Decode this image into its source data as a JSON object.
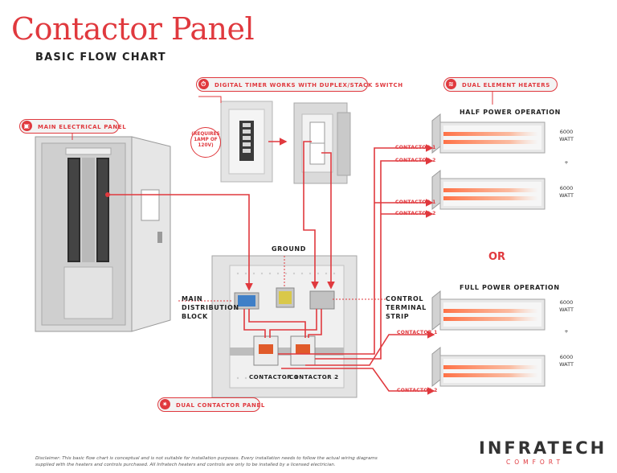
{
  "title": "Contactor Panel",
  "subtitle": "BASIC FLOW CHART",
  "callouts": {
    "timer": "DIGITAL TIMER WORKS WITH DUPLEX/STACK SWITCH",
    "heaters": "DUAL ELEMENT HEATERS",
    "main_panel": "MAIN ELECTRICAL PANEL",
    "contactor_panel": "DUAL CONTACTOR PANEL"
  },
  "timer_note": "(REQUIRES 1AMP OF 120V)",
  "panel_labels": {
    "ground": "GROUND",
    "main_block": "MAIN DISTRIBUTION BLOCK",
    "control_strip": "CONTROL TERMINAL STRIP",
    "contactor_1": "CONTACTOR 1",
    "contactor_2": "CONTACTOR 2"
  },
  "half_power": {
    "heading": "HALF POWER OPERATION",
    "heater_a": {
      "watt_value": "6000",
      "watt_unit": "WATT",
      "c1": "CONTACTOR 1",
      "c2": "CONTACTOR 2"
    },
    "plus": "+",
    "heater_b": {
      "watt_value": "6000",
      "watt_unit": "WATT",
      "c1": "CONTACTOR 1",
      "c2": "CONTACTOR 2"
    }
  },
  "or_text": "OR",
  "full_power": {
    "heading": "FULL POWER OPERATION",
    "heater_a": {
      "watt_value": "6000",
      "watt_unit": "WATT",
      "c1": "CONTACTOR 1"
    },
    "plus": "+",
    "heater_b": {
      "watt_value": "6000",
      "watt_unit": "WATT",
      "c2": "CONTACTOR 2"
    }
  },
  "disclaimer": "Disclaimer: This basic flow chart is conceptual and is not suitable for installation purposes. Every installation needs to follow the actual wiring diagrams supplied with the heaters and controls purchased. All Infratech heaters and controls are only to be installed by a licensed electrician.",
  "brand": {
    "name": "INFRATECH",
    "sub": "COMFORT"
  },
  "colors": {
    "accent": "#e0393e",
    "text": "#222222",
    "metal": "#d9d9d9"
  },
  "icons": {
    "timer": "stopwatch-icon",
    "heaters": "heater-icon",
    "main_panel": "power-panel-icon",
    "contactor_panel": "gear-icon"
  }
}
